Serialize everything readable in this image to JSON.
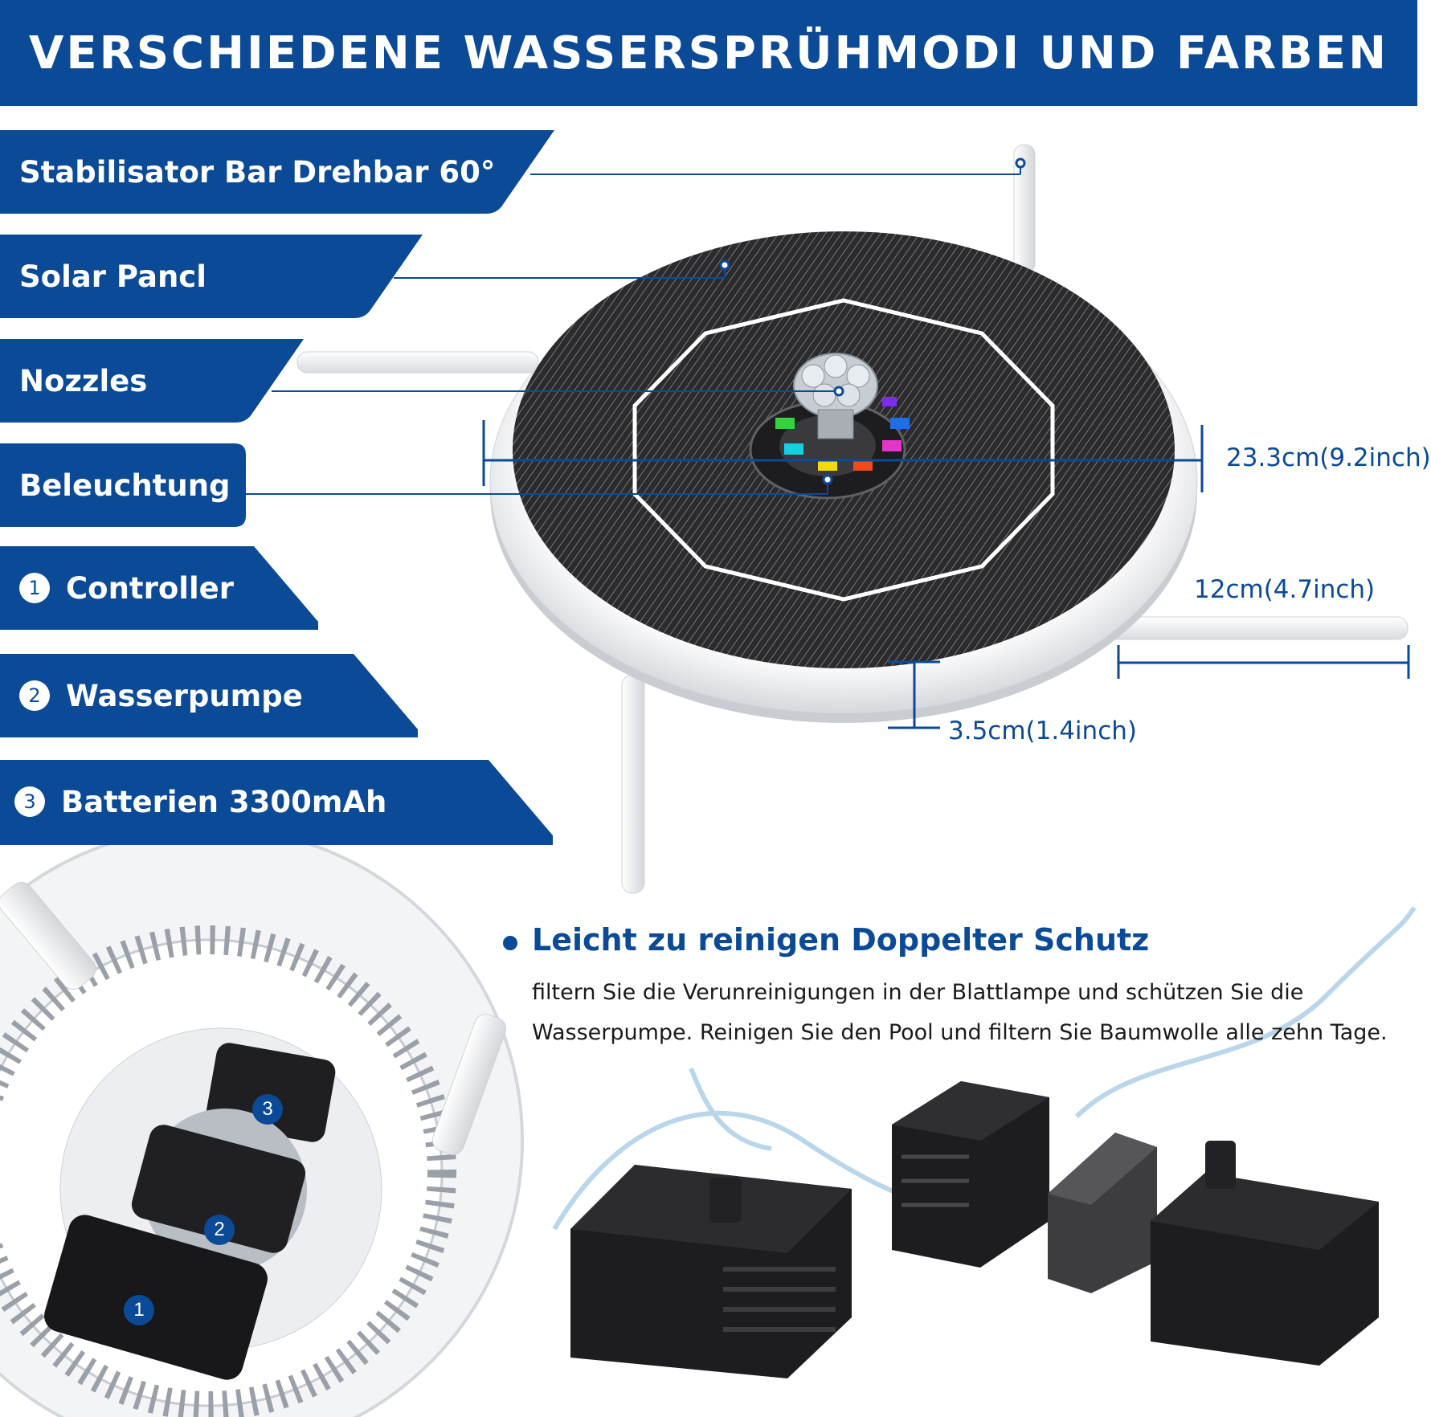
{
  "header": {
    "title": "VERSCHIEDENE WASSERSPRÜHMODI UND FARBEN"
  },
  "labels": [
    {
      "text": "Stabilisator Bar  Drehbar 60°",
      "number": ""
    },
    {
      "text": "Solar Pancl",
      "number": ""
    },
    {
      "text": "Nozzles",
      "number": ""
    },
    {
      "text": "Beleuchtung",
      "number": ""
    },
    {
      "text": "Controller",
      "number": "1"
    },
    {
      "text": "Wasserpumpe",
      "number": "2"
    },
    {
      "text": "Batterien 3300mAh",
      "number": "3"
    }
  ],
  "dimensions": {
    "diameter": "23.3cm(9.2inch)",
    "bar_length": "12cm(4.7inch)",
    "height": "3.5cm(1.4inch)"
  },
  "compartment_markers": [
    "3",
    "2",
    "1"
  ],
  "info": {
    "title": "Leicht zu reinigen Doppelter Schutz",
    "line1": "filtern Sie die Verunreinigungen in der Blattlampe und schützen Sie die",
    "line2": "Wasserpumpe. Reinigen Sie den Pool und filtern Sie Baumwolle alle zehn Tage."
  },
  "colors": {
    "brand_blue": "#0b4a96",
    "panel_dark": "#2e2e30",
    "led_colors": [
      "#7b2cf0",
      "#1e6ee8",
      "#e535c8",
      "#f04a1c",
      "#f5d90a",
      "#16d0e0",
      "#35d23c"
    ]
  }
}
